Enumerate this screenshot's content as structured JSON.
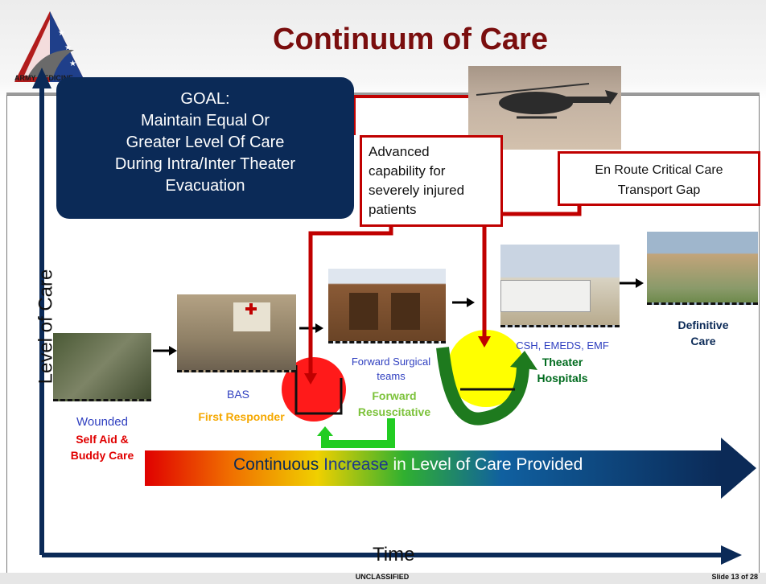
{
  "title": "Continuum of Care",
  "logo": {
    "text": "ARMY MEDICINE"
  },
  "goal": {
    "lines": [
      "GOAL:",
      "Maintain Equal Or",
      "Greater Level Of Care",
      "During Intra/Inter Theater",
      "Evacuation"
    ]
  },
  "callouts": {
    "advanced": [
      "Advanced",
      "capability for",
      "severely injured",
      "patients"
    ],
    "gap": [
      "En Route Critical Care",
      "Transport Gap"
    ]
  },
  "stages": {
    "wounded": {
      "label": "Wounded",
      "sub": "Self Aid &",
      "sub2": "Buddy Care"
    },
    "bas": {
      "label": "BAS",
      "sub": "First Responder"
    },
    "forward": {
      "label": "Forward Surgical",
      "label2": "teams",
      "sub": "Forward",
      "sub2": "Resuscitative"
    },
    "theater": {
      "label": "CSH, EMEDS, EMF",
      "sub": "Theater",
      "sub2": "Hospitals"
    },
    "definitive": {
      "sub": "Definitive",
      "sub2": "Care"
    }
  },
  "banner": {
    "p1": "Continuous ",
    "p2": "Increase",
    "p3": " in Level of Care Provided"
  },
  "axes": {
    "y": "Level of Care",
    "x": "Time"
  },
  "footer": {
    "classification": "UNCLASSIFIED",
    "slide": "Slide 13 of 28"
  },
  "colors": {
    "title": "#7a0e0e",
    "navy": "#0b2a57",
    "callout_red": "#c00000",
    "red_label": "#e00000",
    "orange_label": "#f5a800",
    "green_label": "#7cc23a",
    "dark_green": "#006b1e",
    "blue_label": "#3040c0"
  }
}
